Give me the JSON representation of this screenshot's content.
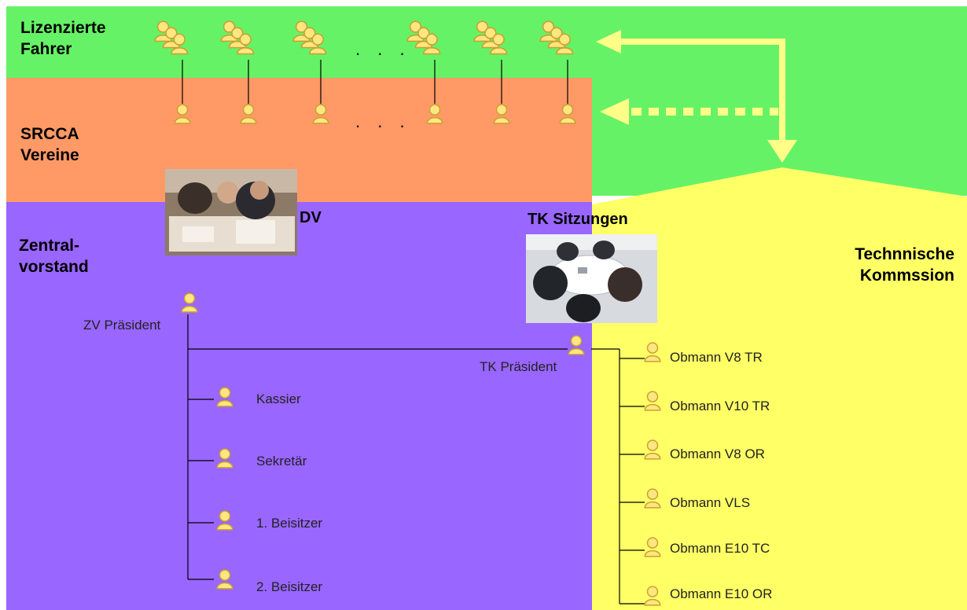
{
  "regions": {
    "fahrer": {
      "label": "Lizenzierte\nFahrer",
      "color": "#66f266"
    },
    "vereine": {
      "label": "SRCCA\nVereine",
      "color": "#ff9966"
    },
    "zentralvorstand": {
      "label": "Zentral-\nvorstand",
      "color": "#9966ff"
    },
    "tk": {
      "label": "Technnische\nKommssion",
      "color": "#ffff66"
    }
  },
  "ellipsis": ". . .",
  "photos": {
    "dv": {
      "title": "DV"
    },
    "tk": {
      "title": "TK Sitzungen"
    }
  },
  "zv": {
    "president": "ZV Präsident",
    "members": [
      "Kassier",
      "Sekretär",
      "1. Beisitzer",
      "2. Beisitzer"
    ]
  },
  "tk": {
    "president": "TK Präsident",
    "members": [
      "Obmann V8 TR",
      "Obmann V10 TR",
      "Obmann V8 OR",
      "Obmann VLS",
      "Obmann E10 TC",
      "Obmann E10 OR"
    ]
  },
  "colors": {
    "person_fill": "#ffe680",
    "person_stroke": "#c8a232",
    "arrow": "#ffff88",
    "line": "#000000"
  },
  "icons": {
    "person": "person-icon",
    "group": "people-group-icon",
    "photo": "meeting-photo"
  }
}
